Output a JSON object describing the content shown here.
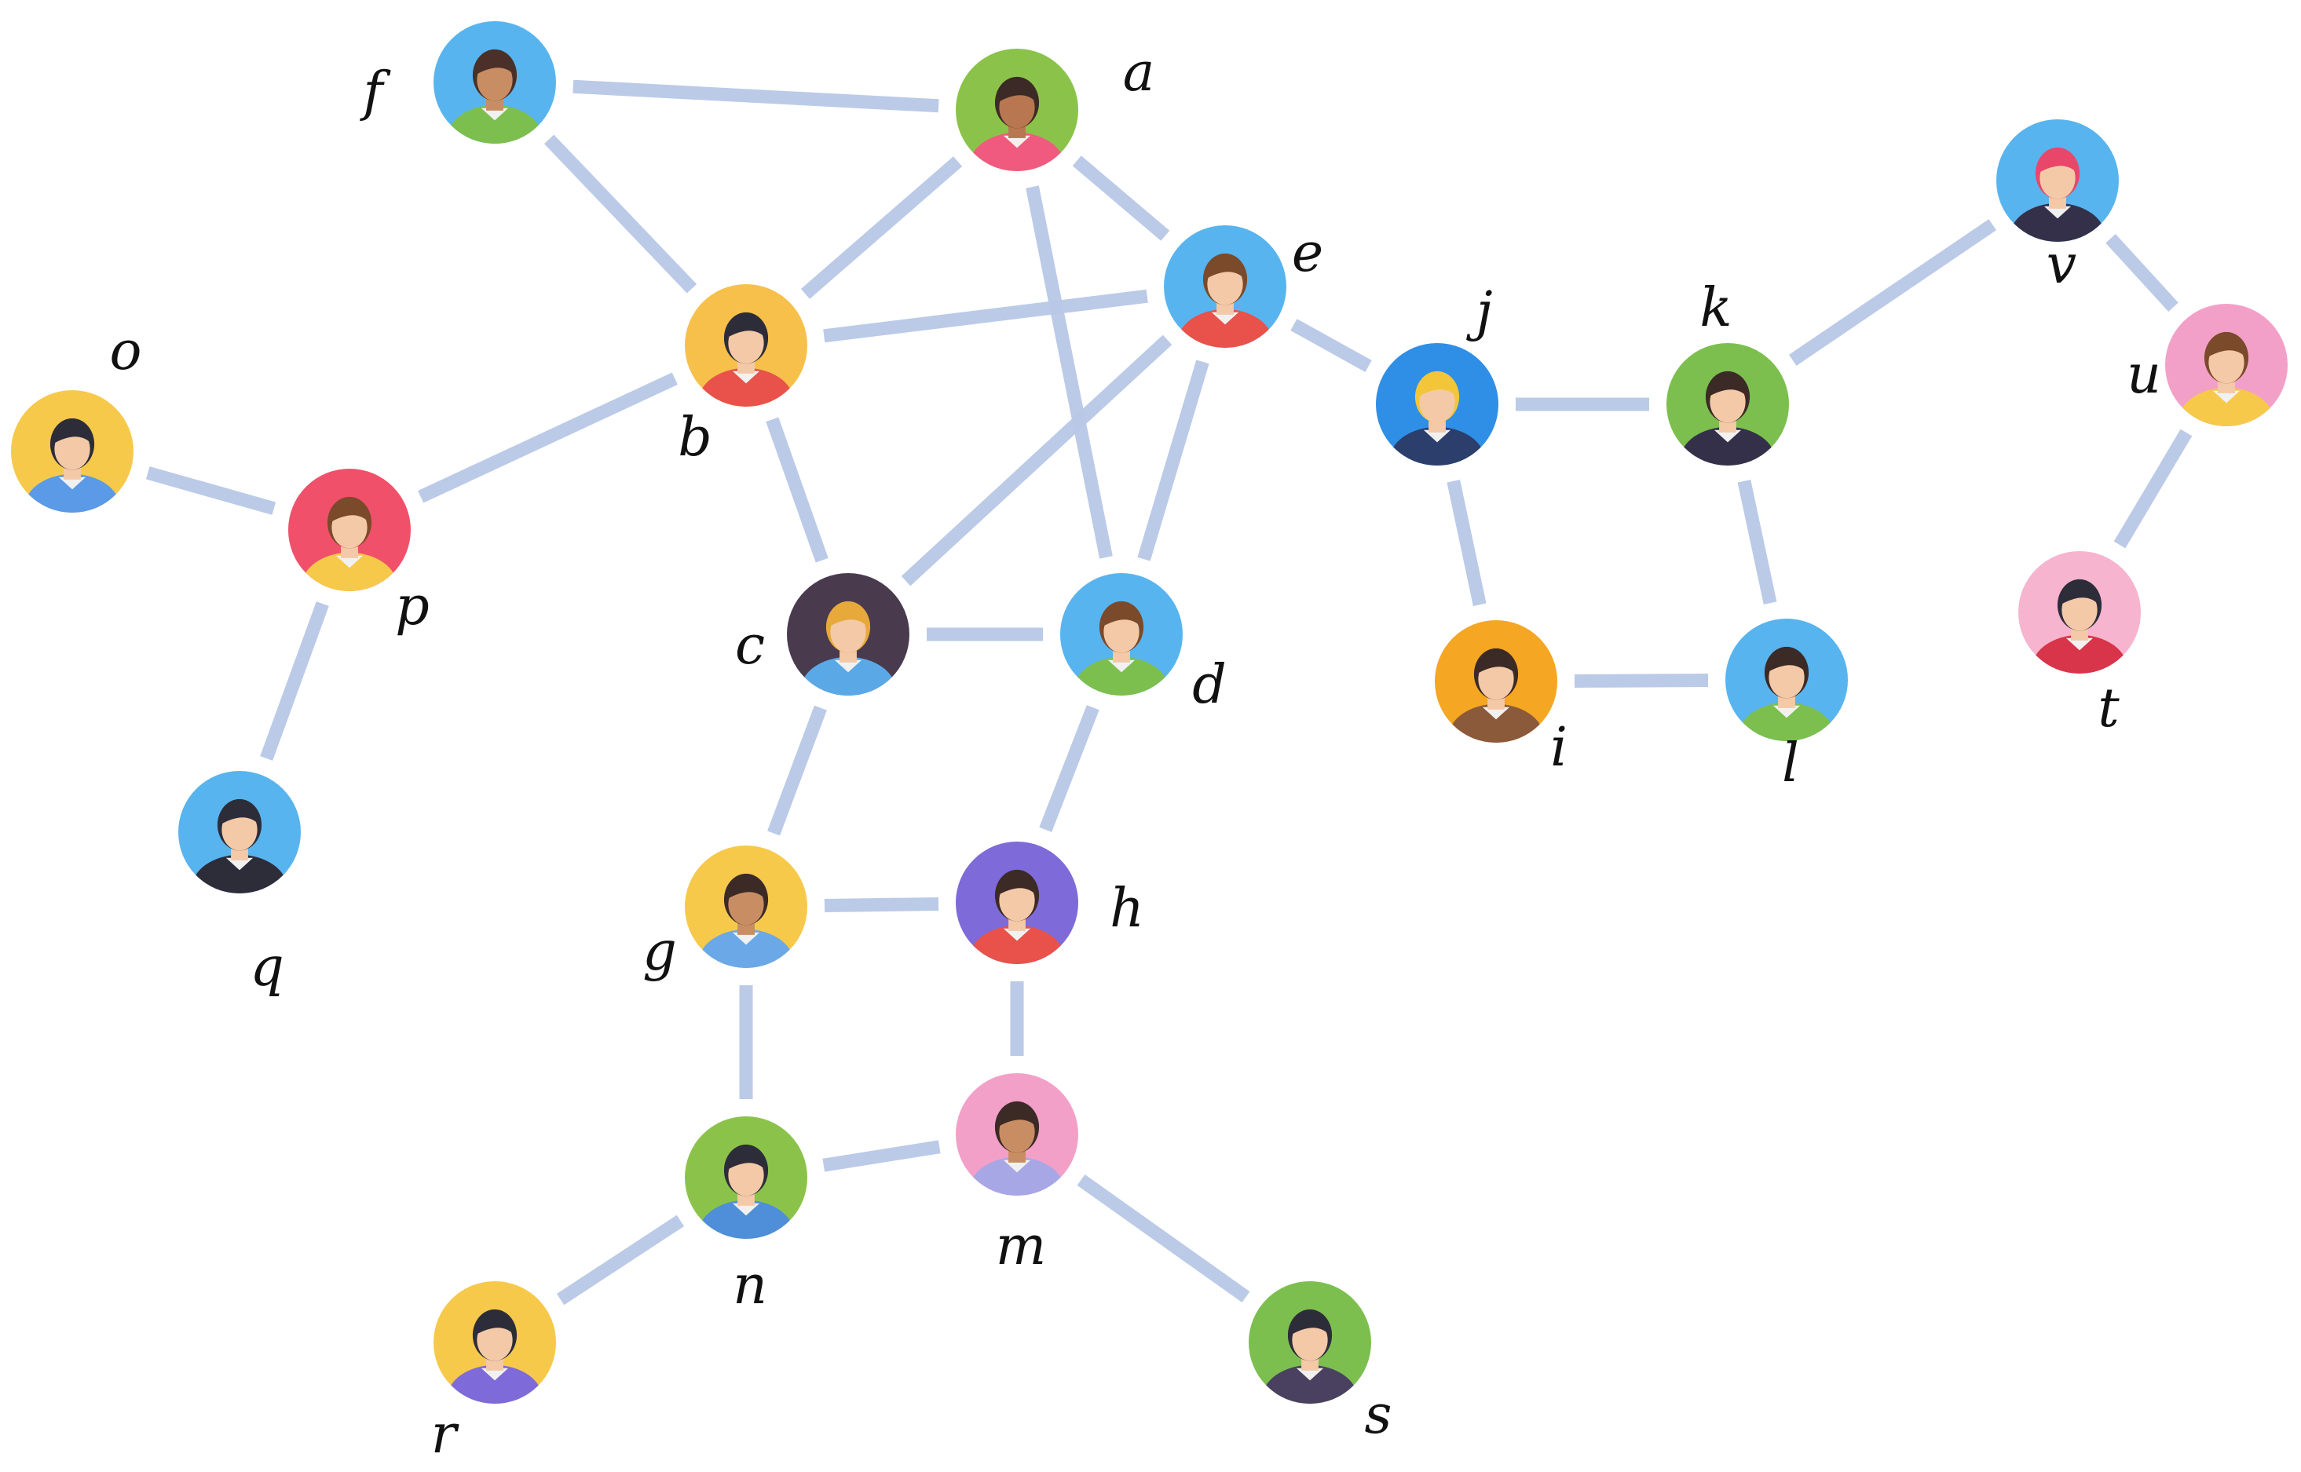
{
  "colors": {
    "edge": "#b7c7e6",
    "background": "#ffffff",
    "skin": "#f4c9a7",
    "skin_dark": "#c98d63"
  },
  "nodes": [
    {
      "id": "a",
      "label": "a",
      "icon": "person-avatar-icon",
      "bg": "#8bc34a",
      "hair": "#3b2a26",
      "shirt": "#f05a7e",
      "skin": "#b87750"
    },
    {
      "id": "b",
      "label": "b",
      "icon": "person-avatar-icon",
      "bg": "#f7c04a",
      "hair": "#2d2d3a",
      "shirt": "#e8524a"
    },
    {
      "id": "c",
      "label": "c",
      "icon": "person-avatar-icon",
      "bg": "#4a3a4e",
      "hair": "#e7a93a",
      "shirt": "#5aa9e6"
    },
    {
      "id": "d",
      "label": "d",
      "icon": "person-avatar-icon",
      "bg": "#58b4ee",
      "hair": "#7a4a2a",
      "shirt": "#7cbf4f"
    },
    {
      "id": "e",
      "label": "e",
      "icon": "person-avatar-icon",
      "bg": "#58b4ee",
      "hair": "#7a4a2a",
      "shirt": "#e8524a"
    },
    {
      "id": "f",
      "label": "f",
      "icon": "person-avatar-icon",
      "bg": "#58b4ee",
      "hair": "#4a3028",
      "shirt": "#7cbf4f",
      "skin": "#c98d63"
    },
    {
      "id": "g",
      "label": "g",
      "icon": "person-avatar-icon",
      "bg": "#f7c94a",
      "hair": "#3b2a26",
      "shirt": "#6aa8e8",
      "skin": "#c98d63"
    },
    {
      "id": "h",
      "label": "h",
      "icon": "person-avatar-icon",
      "bg": "#7e6ad8",
      "hair": "#3b2a26",
      "shirt": "#e8524a"
    },
    {
      "id": "i",
      "label": "i",
      "icon": "person-avatar-icon",
      "bg": "#f5a623",
      "hair": "#3b2a26",
      "shirt": "#8a5a3a"
    },
    {
      "id": "j",
      "label": "j",
      "icon": "person-avatar-icon",
      "bg": "#2f8fe6",
      "hair": "#f3c63a",
      "shirt": "#2c3e6b"
    },
    {
      "id": "k",
      "label": "k",
      "icon": "person-avatar-icon",
      "bg": "#7cbf4f",
      "hair": "#3b2a26",
      "shirt": "#34304a"
    },
    {
      "id": "l",
      "label": "l",
      "icon": "person-avatar-icon",
      "bg": "#58b4ee",
      "hair": "#3b2a26",
      "shirt": "#7cbf4f"
    },
    {
      "id": "m",
      "label": "m",
      "icon": "person-avatar-icon",
      "bg": "#f3a0c8",
      "hair": "#3b2a26",
      "shirt": "#a7a7e6",
      "skin": "#c98d63"
    },
    {
      "id": "n",
      "label": "n",
      "icon": "person-avatar-icon",
      "bg": "#8bc34a",
      "hair": "#2d2d3a",
      "shirt": "#4f8ed8"
    },
    {
      "id": "o",
      "label": "o",
      "icon": "person-avatar-icon",
      "bg": "#f7c94a",
      "hair": "#2d2d3a",
      "shirt": "#5a9ae6"
    },
    {
      "id": "p",
      "label": "p",
      "icon": "person-avatar-icon",
      "bg": "#f0506a",
      "hair": "#7a4a2a",
      "shirt": "#f7c94a"
    },
    {
      "id": "q",
      "label": "q",
      "icon": "person-avatar-icon",
      "bg": "#58b4ee",
      "hair": "#2d2d3a",
      "shirt": "#2d2d3a"
    },
    {
      "id": "r",
      "label": "r",
      "icon": "person-avatar-icon",
      "bg": "#f7c94a",
      "hair": "#2d2d3a",
      "shirt": "#7e6ad8"
    },
    {
      "id": "s",
      "label": "s",
      "icon": "person-avatar-icon",
      "bg": "#7cbf4f",
      "hair": "#2d2d3a",
      "shirt": "#4a4060"
    },
    {
      "id": "t",
      "label": "t",
      "icon": "person-avatar-icon",
      "bg": "#f6b4cf",
      "hair": "#2d2d3a",
      "shirt": "#d8344a"
    },
    {
      "id": "u",
      "label": "u",
      "icon": "person-avatar-icon",
      "bg": "#f3a0c8",
      "hair": "#7a4a2a",
      "shirt": "#f7c94a"
    },
    {
      "id": "v",
      "label": "v",
      "icon": "person-avatar-icon",
      "bg": "#58b4ee",
      "hair": "#e8476a",
      "shirt": "#34304a"
    }
  ],
  "edges": [
    [
      "f",
      "a"
    ],
    [
      "f",
      "b"
    ],
    [
      "a",
      "b"
    ],
    [
      "a",
      "e"
    ],
    [
      "a",
      "d"
    ],
    [
      "b",
      "e"
    ],
    [
      "b",
      "p"
    ],
    [
      "b",
      "c"
    ],
    [
      "e",
      "c"
    ],
    [
      "e",
      "d"
    ],
    [
      "e",
      "j"
    ],
    [
      "c",
      "d"
    ],
    [
      "c",
      "g"
    ],
    [
      "d",
      "h"
    ],
    [
      "g",
      "h"
    ],
    [
      "g",
      "n"
    ],
    [
      "h",
      "m"
    ],
    [
      "n",
      "m"
    ],
    [
      "n",
      "r"
    ],
    [
      "m",
      "s"
    ],
    [
      "p",
      "o"
    ],
    [
      "p",
      "q"
    ],
    [
      "j",
      "k"
    ],
    [
      "j",
      "i"
    ],
    [
      "k",
      "l"
    ],
    [
      "i",
      "l"
    ],
    [
      "k",
      "v"
    ],
    [
      "v",
      "u"
    ],
    [
      "u",
      "t"
    ]
  ]
}
